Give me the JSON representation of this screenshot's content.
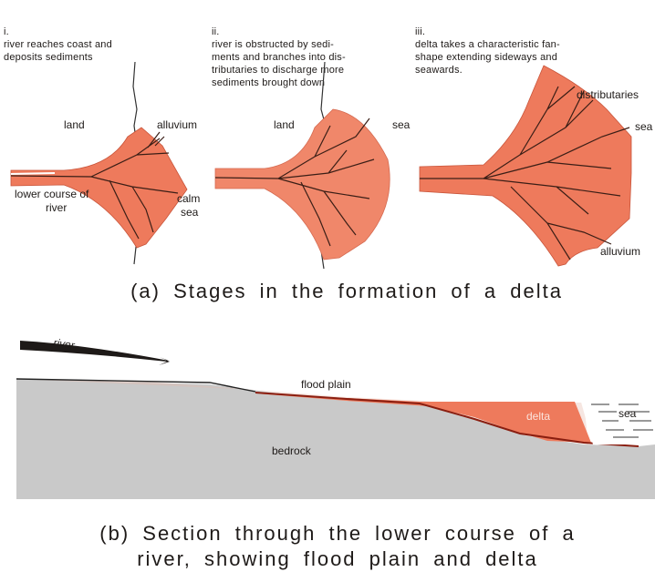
{
  "stages": [
    {
      "numeral": "i.",
      "text": "river reaches coast  and\ndeposits sediments"
    },
    {
      "numeral": "ii.",
      "text": "river is obstructed by sedi-\nments and branches into dis-\ntributaries to discharge more\nsediments brought down"
    },
    {
      "numeral": "iii.",
      "text": "delta takes a characteristic fan-\nshape extending sideways and\nseawards."
    }
  ],
  "diagram_a": {
    "labels": {
      "land_1": "land",
      "alluvium_1": "alluvium",
      "lower_course": "lower course of",
      "river_word": "river",
      "calm": "calm",
      "sea_1": "sea",
      "land_2": "land",
      "sea_2": "sea",
      "distributaries": "distributaries",
      "sea_3": "sea",
      "alluvium_3": "alluvium"
    },
    "caption": "(a)  Stages in the formation of a delta"
  },
  "diagram_b": {
    "labels": {
      "river": "river",
      "flood_plain": "flood  plain",
      "delta": "delta",
      "sea": "sea",
      "bedrock": "bedrock"
    },
    "caption_line1": "(b)  Section through the lower course of a",
    "caption_line2": "river,  showing  flood  plain  and  delta"
  },
  "colors": {
    "alluvium": "#ee7a5c",
    "bedrock": "#c9c9c9",
    "channels": "#3a1e16",
    "ink": "#1e1a18"
  }
}
